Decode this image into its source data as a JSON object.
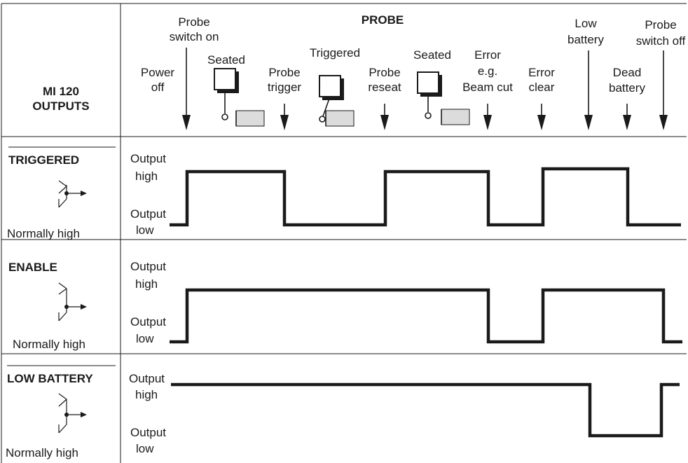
{
  "header": {
    "title": "PROBE",
    "outputs_title_line1": "MI 120",
    "outputs_title_line2": "OUTPUTS"
  },
  "events": [
    {
      "id": "power_off",
      "lines": [
        "Power",
        "off"
      ]
    },
    {
      "id": "probe_switch_on",
      "lines": [
        "Probe",
        "switch on"
      ]
    },
    {
      "id": "seated_1",
      "lines": [
        "Seated"
      ]
    },
    {
      "id": "probe_trigger",
      "lines": [
        "Probe",
        "trigger"
      ]
    },
    {
      "id": "triggered",
      "lines": [
        "Triggered"
      ]
    },
    {
      "id": "probe_reseat",
      "lines": [
        "Probe",
        "reseat"
      ]
    },
    {
      "id": "seated_2",
      "lines": [
        "Seated"
      ]
    },
    {
      "id": "error_beam_cut",
      "lines": [
        "Error",
        "e.g.",
        "Beam cut"
      ]
    },
    {
      "id": "error_clear",
      "lines": [
        "Error",
        "clear"
      ]
    },
    {
      "id": "low_battery",
      "lines": [
        "Low",
        "battery"
      ]
    },
    {
      "id": "dead_battery",
      "lines": [
        "Dead",
        "battery"
      ]
    },
    {
      "id": "probe_switch_off",
      "lines": [
        "Probe",
        "switch off"
      ]
    }
  ],
  "level_labels": {
    "high_line1": "Output",
    "high_line2": "high",
    "low_line1": "Output",
    "low_line2": "low"
  },
  "signals": [
    {
      "name": "TRIGGERED",
      "overlined": true,
      "note": "Normally high",
      "waveform": [
        0,
        1,
        0,
        1,
        0,
        1,
        0
      ]
    },
    {
      "name": "ENABLE",
      "overlined": false,
      "note": "Normally high",
      "waveform": [
        0,
        1,
        0,
        1,
        0
      ]
    },
    {
      "name": "LOW BATTERY",
      "overlined": true,
      "note": "Normally high",
      "waveform": [
        1,
        0,
        1
      ]
    }
  ]
}
